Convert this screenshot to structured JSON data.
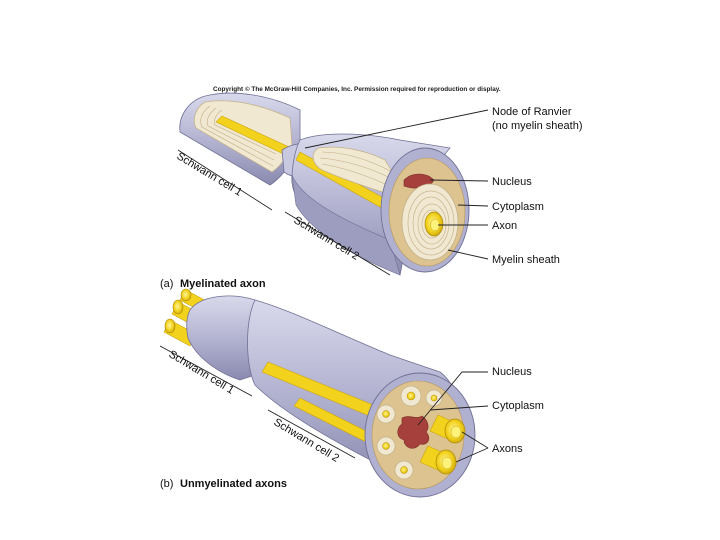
{
  "copyright": "Copyright © The McGraw-Hill Companies, Inc. Permission required for reproduction or display.",
  "panel_a": {
    "letter": "(a)",
    "title": "Myelinated axon",
    "cell1": "Schwann cell 1",
    "cell2": "Schwann cell 2",
    "labels": {
      "node_line1": "Node of Ranvier",
      "node_line2": "(no myelin sheath)",
      "nucleus": "Nucleus",
      "cytoplasm": "Cytoplasm",
      "axon": "Axon",
      "myelin": "Myelin sheath"
    }
  },
  "panel_b": {
    "letter": "(b)",
    "title": "Unmyelinated axons",
    "cell1": "Schwann cell 1",
    "cell2": "Schwann cell 2",
    "labels": {
      "nucleus": "Nucleus",
      "cytoplasm": "Cytoplasm",
      "axons": "Axons"
    }
  },
  "colors": {
    "membrane": "#b9b9d6",
    "membrane_dark": "#8e8eb4",
    "cytoplasm": "#dcc38f",
    "myelin": "#f1e8d2",
    "axon": "#f2d21c",
    "axon_dark": "#c9a40e",
    "nucleus": "#a5403c"
  }
}
